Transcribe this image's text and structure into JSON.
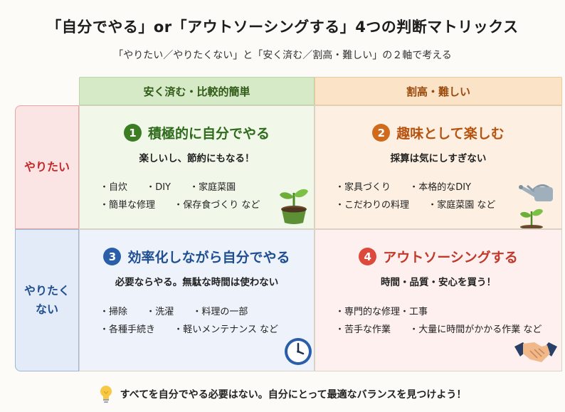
{
  "title": "「自分でやる」or「アウトソーシングする」4つの判断マトリックス",
  "subtitle": "「やりたい／やりたくない」と「安く済む／割高・難しい」の２軸で考える",
  "columns": {
    "cheap": "安く済む・比較的簡単",
    "costly": "割高・難しい"
  },
  "rows": {
    "want": "やりたい",
    "not_want_line1": "やりたく",
    "not_want_line2": "ない"
  },
  "quadrants": [
    {
      "number": "1",
      "title": "積極的に自分でやる",
      "subtitle": "楽しいし、節約にもなる！",
      "items": [
        [
          "自炊",
          "DIY",
          "家庭菜園"
        ],
        [
          "簡単な修理",
          "保存食づくり など"
        ]
      ],
      "icon": "sprout-pot-icon",
      "color": "#3c7d24"
    },
    {
      "number": "2",
      "title": "趣味として楽しむ",
      "subtitle": "採算は気にしすぎない",
      "items": [
        [
          "家具づくり",
          "本格的なDIY"
        ],
        [
          "こだわりの料理",
          "家庭菜園 など"
        ]
      ],
      "icon": "watering-can-icon",
      "color": "#d06a1d"
    },
    {
      "number": "3",
      "title": "効率化しながら自分でやる",
      "subtitle": "必要ならやる。無駄な時間は使わない",
      "items": [
        [
          "掃除",
          "洗濯",
          "料理の一部"
        ],
        [
          "各種手続き",
          "軽いメンテナンス など"
        ]
      ],
      "icon": "clock-icon",
      "color": "#2a5ea8"
    },
    {
      "number": "4",
      "title": "アウトソーシングする",
      "subtitle": "時間・品質・安心を買う！",
      "items": [
        [
          "専門的な修理・工事"
        ],
        [
          "苦手な作業",
          "大量に時間がかかる作業 など"
        ]
      ],
      "icon": "handshake-icon",
      "color": "#dc4a3c"
    }
  ],
  "footer": "すべてを自分でやる必要はない。自分にとって最適なバランスを見つけよう！"
}
